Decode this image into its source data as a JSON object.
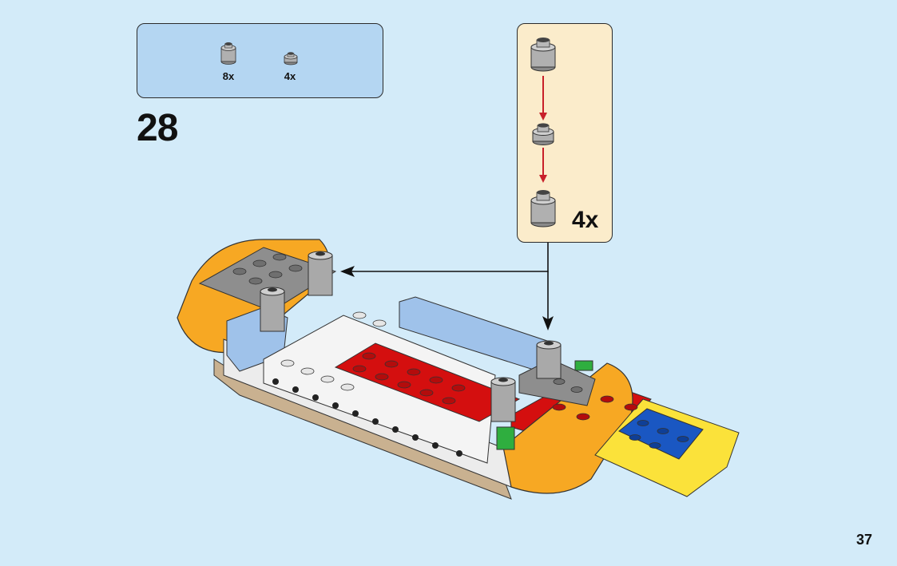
{
  "parts_list": {
    "items": [
      {
        "icon": "round-brick-1x1-gray-icon",
        "count": "8x"
      },
      {
        "icon": "round-plate-1x1-gray-icon",
        "count": "4x"
      }
    ]
  },
  "step": {
    "number": "28"
  },
  "subassembly": {
    "multiplier": "4x",
    "stack": [
      "round-brick-1x1-gray-icon",
      "round-plate-1x1-gray-icon",
      "round-brick-1x1-gray-icon"
    ]
  },
  "page": {
    "number": "37"
  },
  "colors": {
    "background": "#d3ebf9",
    "parts_box": "#b4d6f2",
    "subassembly_box": "#fbeccb",
    "arrow_red": "#c8202a",
    "brick_orange": "#f7a823",
    "brick_red": "#d40f0f",
    "brick_blue": "#1a57c2",
    "brick_light_blue": "#9fc2ea",
    "brick_yellow": "#fbe23a",
    "brick_gray": "#9b9b9b",
    "brick_white": "#f4f4f4",
    "brick_green": "#2fae3f"
  }
}
